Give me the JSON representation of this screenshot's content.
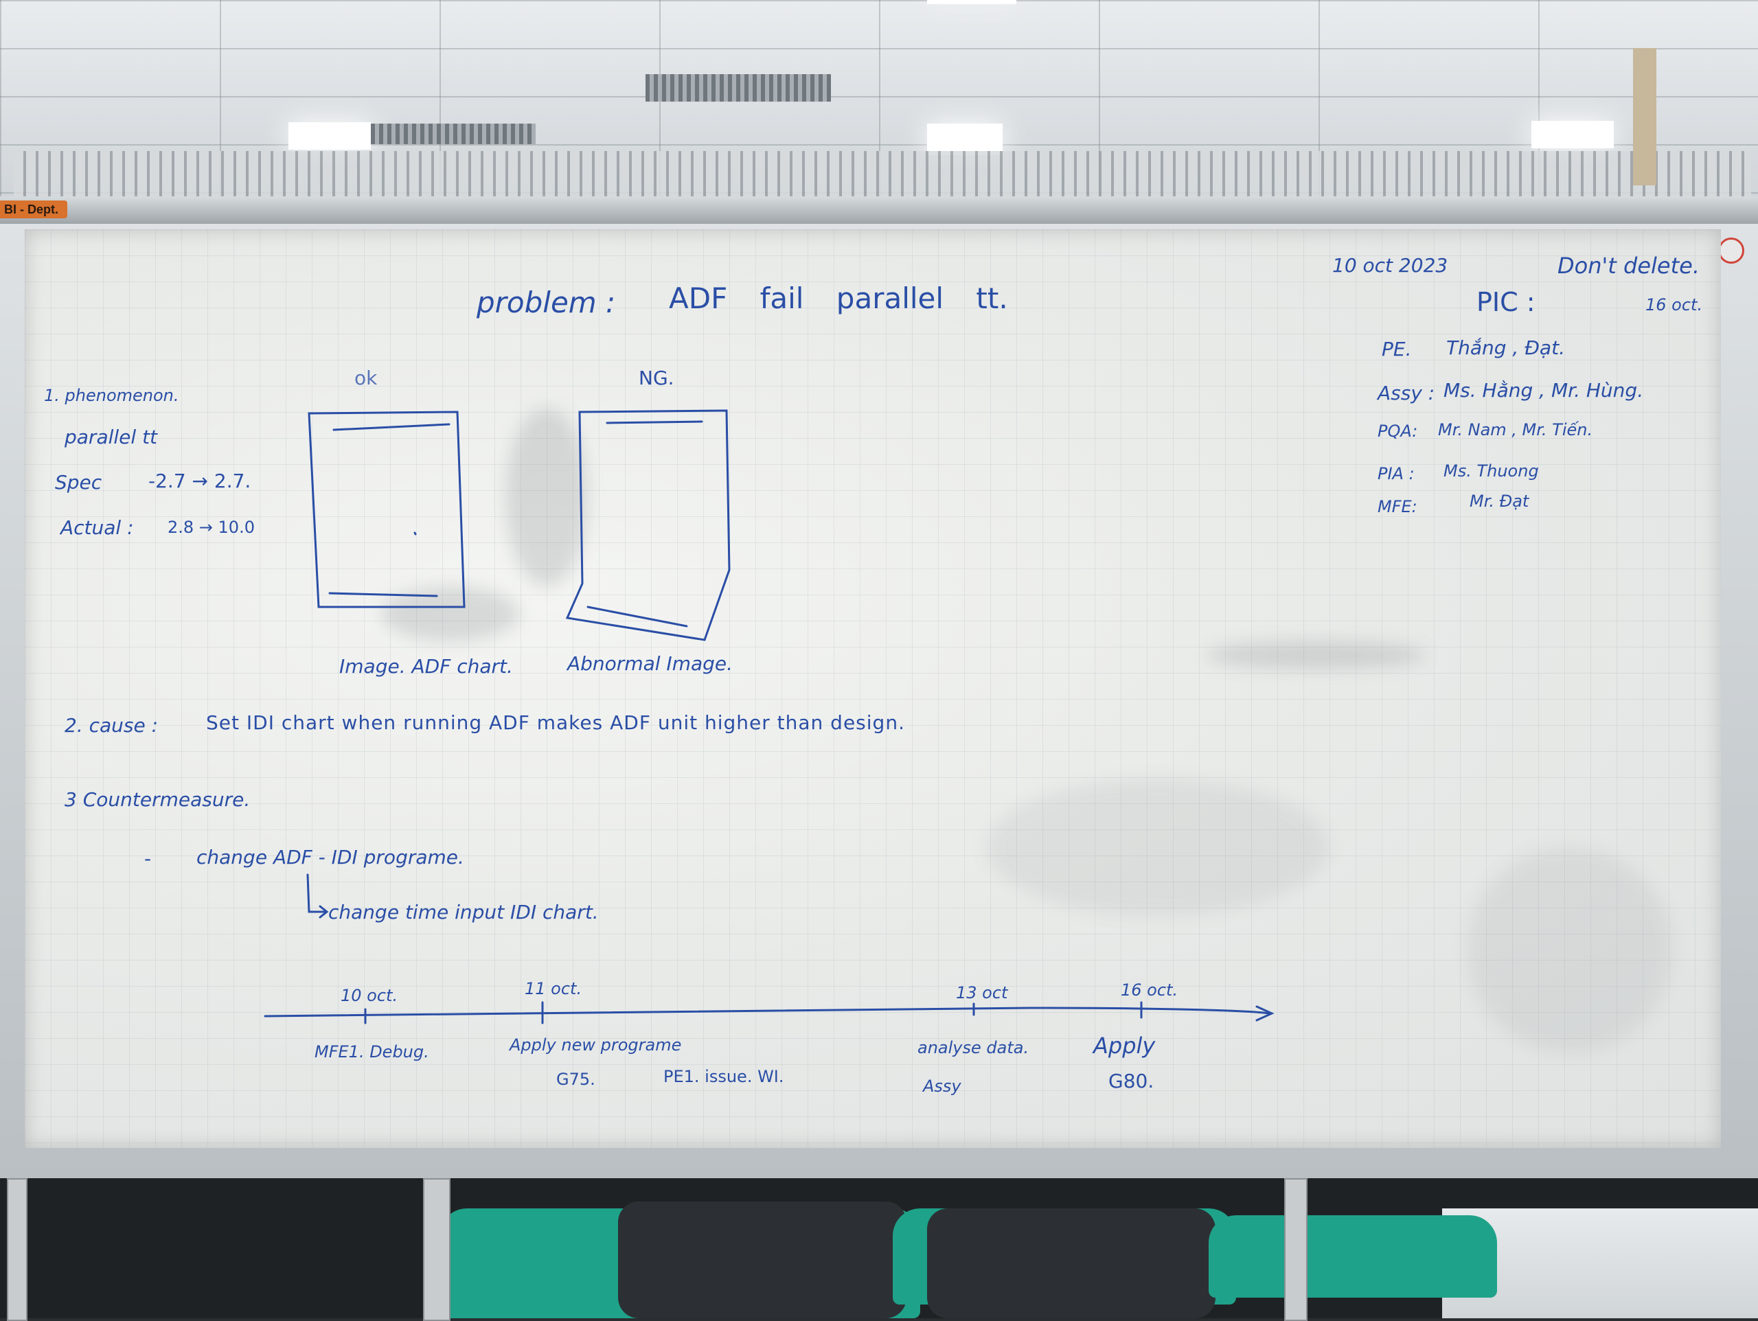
{
  "background": {
    "dept_label": "BI - Dept."
  },
  "whiteboard": {
    "header": {
      "date": "10 oct 2023",
      "note": "Don't delete.",
      "note_date": "16 oct."
    },
    "title": {
      "label": "problem :",
      "text": "ADF fail parallel tt."
    },
    "pic": {
      "label": "PIC :",
      "rows": [
        {
          "role": "PE.",
          "names": "Thắng , Đạt."
        },
        {
          "role": "Assy :",
          "names": "Ms. Hằng , Mr. Hùng."
        },
        {
          "role": "PQA:",
          "names": "Mr. Nam , Mr. Tiến."
        },
        {
          "role": "PIA :",
          "names": "Ms. Thuong"
        },
        {
          "role": "MFE:",
          "names": "Mr. Đạt"
        }
      ]
    },
    "phenomenon": {
      "heading": "1. phenomenon.",
      "subject": "parallel tt",
      "spec_label": "Spec",
      "spec_value": "-2.7 → 2.7.",
      "actual_label": "Actual :",
      "actual_value": "2.8 → 10.0"
    },
    "sketches": {
      "ok_label": "ok",
      "ng_label": "NG.",
      "ok_caption": "Image. ADF chart.",
      "ng_caption": "Abnormal Image."
    },
    "cause": {
      "label": "2. cause :",
      "text": "Set IDI chart when running ADF makes ADF unit higher than design."
    },
    "countermeasure": {
      "heading": "3 Countermeasure.",
      "bullet": "-",
      "action": "change ADF - IDI programe.",
      "sub_action": "change time input IDI chart."
    },
    "timeline": {
      "milestones": [
        {
          "date": "10 oct.",
          "tasks": [
            "MFE1. Debug."
          ]
        },
        {
          "date": "11 oct.",
          "tasks": [
            "Apply new programe",
            "G75.",
            "PE1. issue. WI."
          ]
        },
        {
          "date": "13 oct",
          "tasks": [
            "analyse data.",
            "Assy"
          ]
        },
        {
          "date": "16 oct.",
          "tasks": [
            "Apply",
            "G80."
          ]
        }
      ]
    }
  },
  "colors": {
    "ink": "#2a4ea6",
    "board": "#eceeec",
    "chair": "#1fa28a"
  }
}
